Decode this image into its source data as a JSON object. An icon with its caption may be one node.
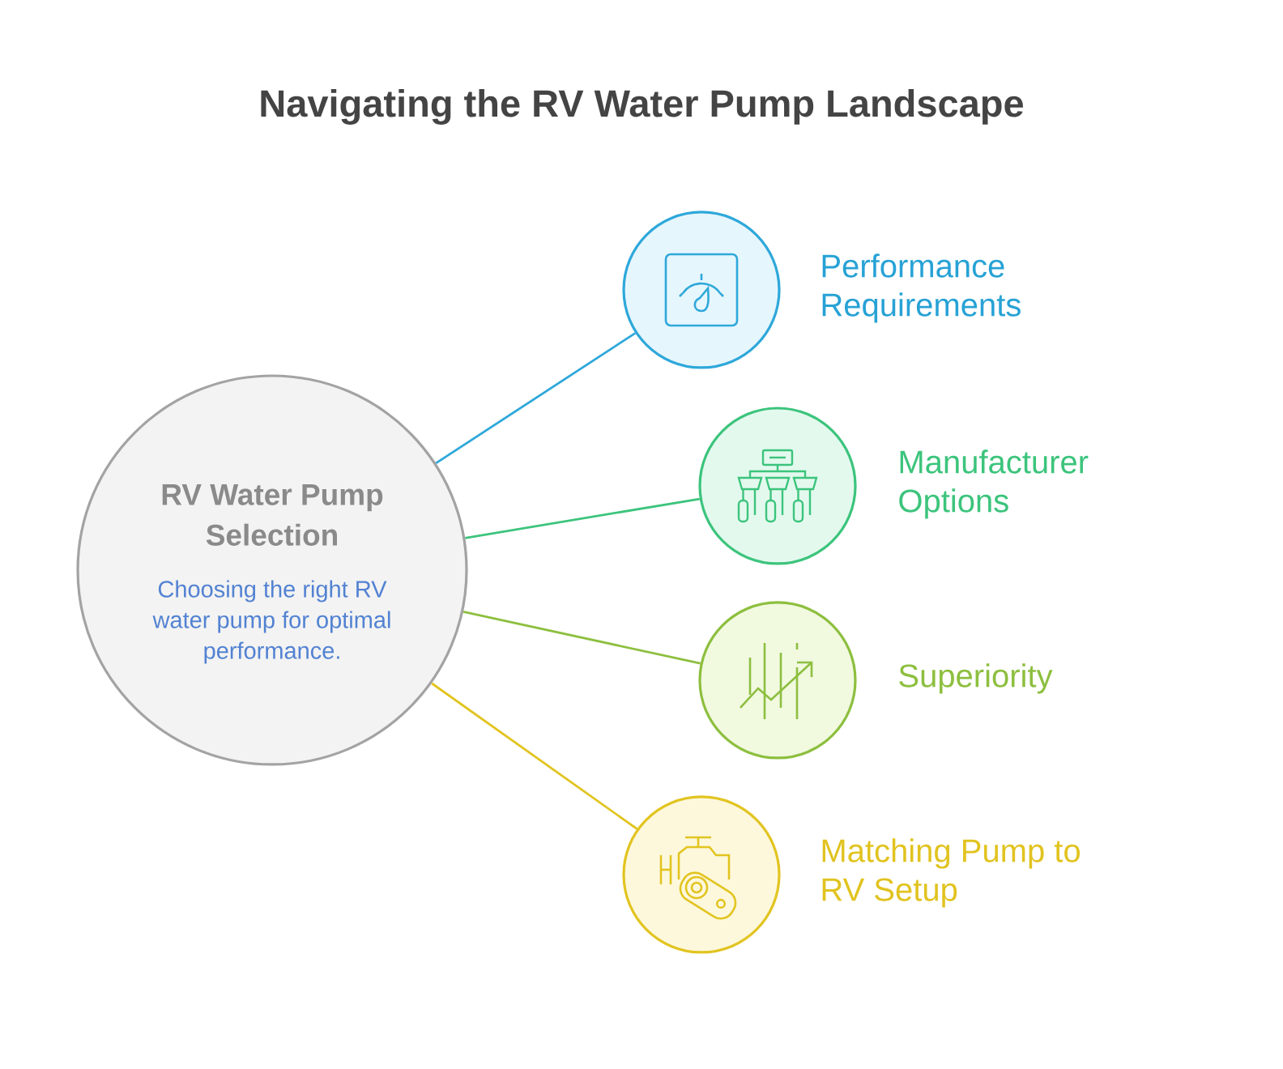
{
  "diagram": {
    "title": "Navigating the RV Water Pump Landscape",
    "nodes": [
      {
        "text": [
          "RV Water Pump Selection",
          "Choosing the right RV water pump for optimal performance."
        ]
      },
      {
        "text": [],
        "shape": "circle",
        "beside": [
          "Performance Requirements"
        ]
      },
      {
        "text": [],
        "shape": "circle",
        "beside": [
          "Manufacturer Options"
        ]
      },
      {
        "text": [],
        "shape": "circle",
        "beside": [
          "Superiority"
        ]
      },
      {
        "text": [],
        "shape": "circle",
        "beside": [
          "Matching Pump to RV Setup"
        ]
      }
    ],
    "edges": [
      {
        "from": 0,
        "to": 1,
        "arrow": "none",
        "color": "#2ea8da"
      },
      {
        "from": 0,
        "to": 2,
        "arrow": "none",
        "color": "#3cc47c"
      },
      {
        "from": 0,
        "to": 3,
        "arrow": "none",
        "color": "#8dbf3f"
      },
      {
        "from": 0,
        "to": 4,
        "arrow": "none",
        "color": "#e2c420"
      }
    ]
  }
}
